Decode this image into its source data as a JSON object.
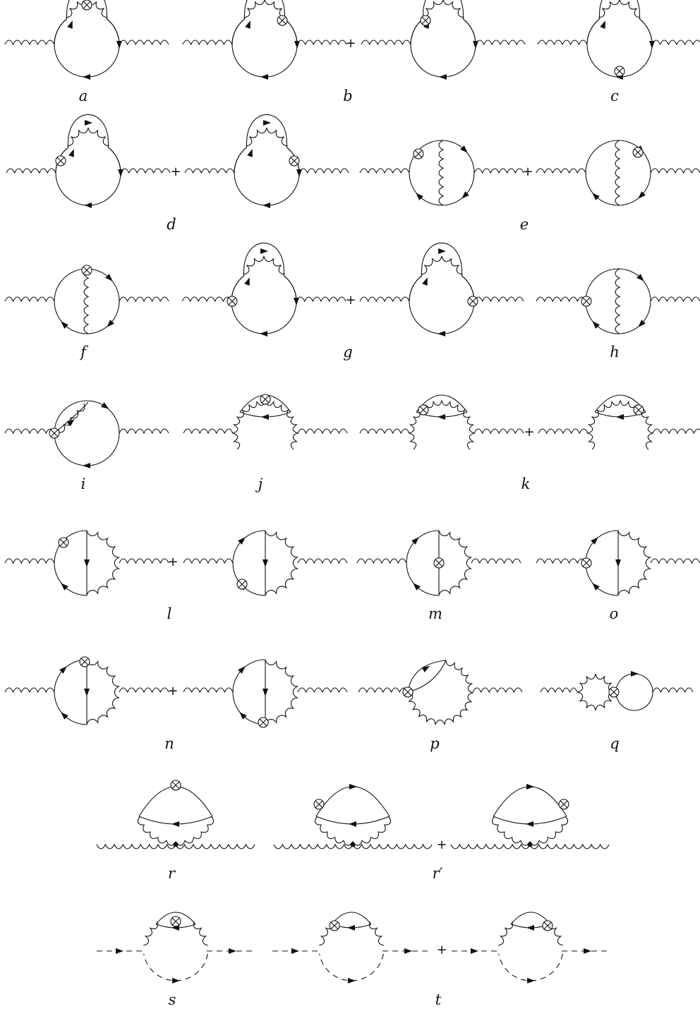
{
  "figure": {
    "labels": [
      "a",
      "b",
      "c",
      "d",
      "e",
      "f",
      "g",
      "h",
      "i",
      "j",
      "k",
      "l",
      "m",
      "o",
      "n",
      "p",
      "q",
      "r",
      "r′",
      "s",
      "t"
    ],
    "plus": "+",
    "symbols": {
      "insertion": "otimes-insertion-icon",
      "vertex": "dot-vertex-icon",
      "gluon": "gluon-line",
      "quark": "quark-line",
      "ghost": "ghost-line"
    },
    "rows": [
      {
        "id": "row-1",
        "labels": [
          "a",
          "b",
          "c"
        ]
      },
      {
        "id": "row-2",
        "labels": [
          "d",
          "e"
        ]
      },
      {
        "id": "row-3",
        "labels": [
          "f",
          "g",
          "h"
        ]
      },
      {
        "id": "row-4",
        "labels": [
          "i",
          "j",
          "k"
        ]
      },
      {
        "id": "row-5",
        "labels": [
          "l",
          "m",
          "o"
        ]
      },
      {
        "id": "row-6",
        "labels": [
          "n",
          "p",
          "q"
        ]
      },
      {
        "id": "row-7",
        "labels": [
          "r",
          "r′"
        ]
      },
      {
        "id": "row-8",
        "labels": [
          "s",
          "t"
        ]
      }
    ]
  },
  "colors": {
    "ink": "#111111",
    "background": "#ffffff"
  }
}
